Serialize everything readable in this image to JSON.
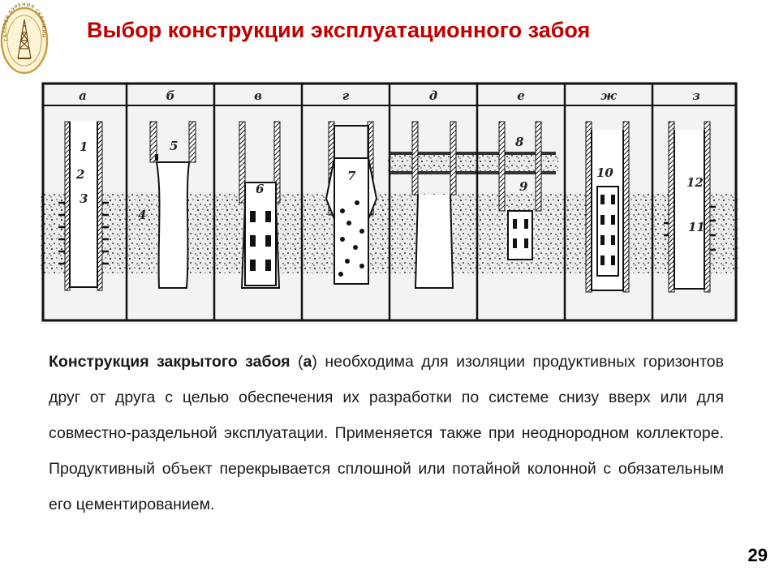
{
  "header": {
    "title": "Выбор конструкции эксплуатационного забоя",
    "logo_text": "ГАЛЕРЕЯ БУРЕНИЯ СКВАЖИН"
  },
  "diagram": {
    "cells": [
      {
        "label": "а"
      },
      {
        "label": "б"
      },
      {
        "label": "в"
      },
      {
        "label": "г"
      },
      {
        "label": "д"
      },
      {
        "label": "е"
      },
      {
        "label": "ж"
      },
      {
        "label": "з"
      }
    ],
    "numbers": [
      "1",
      "2",
      "3",
      "4",
      "5",
      "6",
      "7",
      "8",
      "9",
      "10",
      "11",
      "12"
    ]
  },
  "body": {
    "bold_lead": "Конструкция закрытого забоя",
    "variant_open": " (",
    "variant": "а",
    "variant_close": ")",
    "rest": " необходима для изоляции продуктивных горизонтов друг от друга с целью обеспечения их разработки по системе снизу вверх или для совместно-раздельной эксплуатации. Применяется также при неоднородном коллекторе. Продуктивный объект перекрывается сплошной или потайной колонной с обязательным его цементированием."
  },
  "page_number": "29",
  "colors": {
    "title": "#c00000",
    "text": "#1a1a1a",
    "seal": "#c8a040"
  }
}
